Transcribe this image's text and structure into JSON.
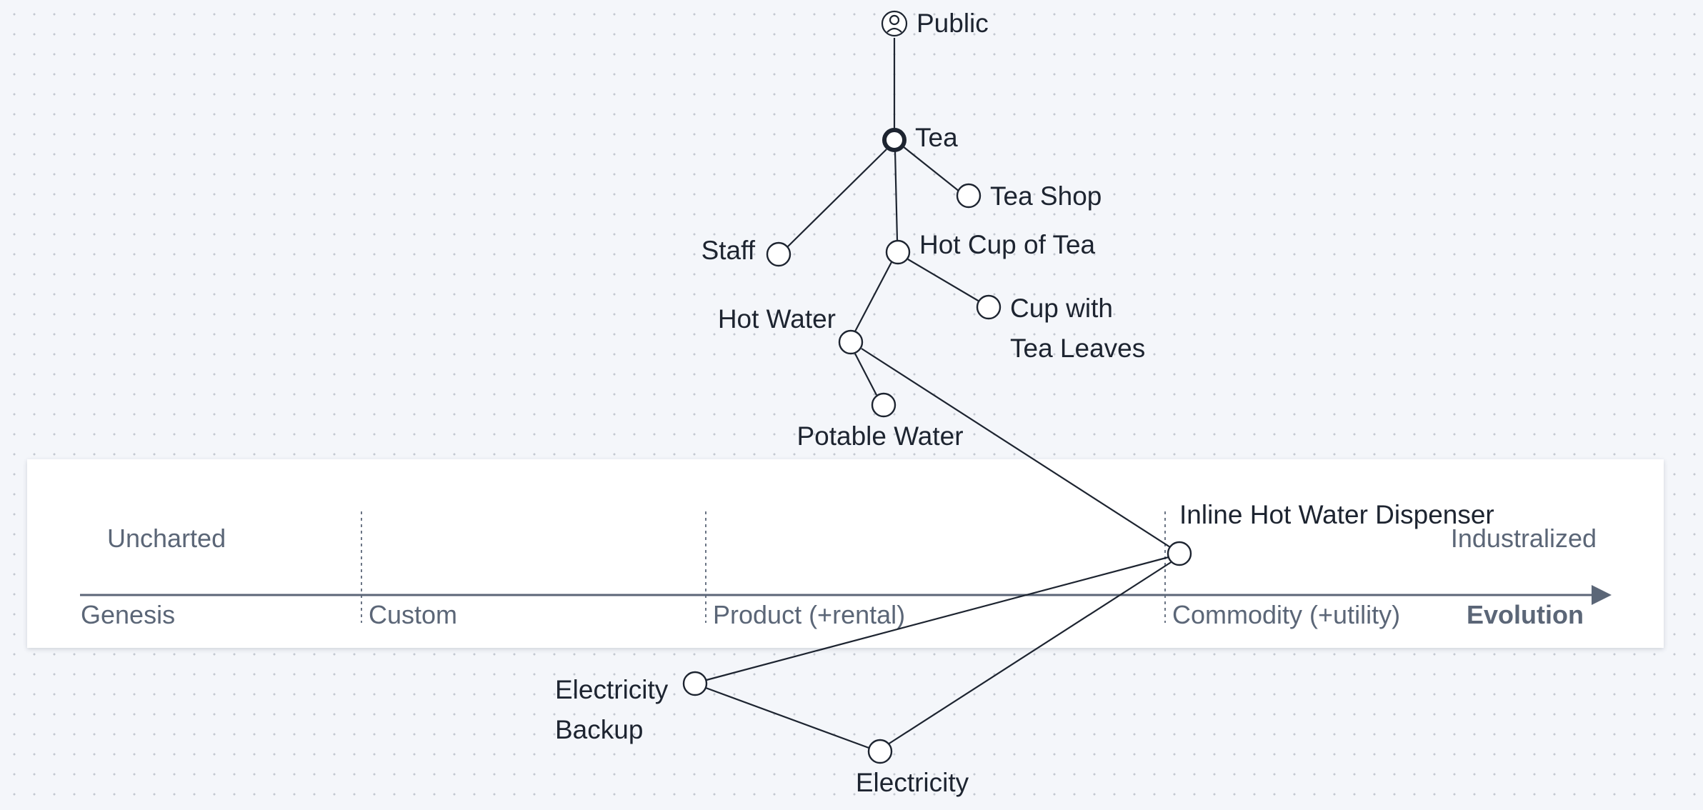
{
  "diagram": {
    "type": "wardley-map",
    "user": {
      "label": "Public",
      "icon": "user-icon"
    },
    "components": [
      {
        "id": "tea",
        "label": "Tea",
        "kind": "anchor"
      },
      {
        "id": "tea-shop",
        "label": "Tea Shop"
      },
      {
        "id": "staff",
        "label": "Staff"
      },
      {
        "id": "hot-cup-of-tea",
        "label": "Hot Cup of Tea"
      },
      {
        "id": "cup-with-tea-leaves",
        "label_line1": "Cup with",
        "label_line2": "Tea Leaves"
      },
      {
        "id": "hot-water",
        "label": "Hot Water"
      },
      {
        "id": "potable-water",
        "label": "Potable Water"
      },
      {
        "id": "inline-hot-water-dispenser",
        "label": "Inline Hot Water Dispenser"
      },
      {
        "id": "electricity-backup",
        "label_line1": "Electricity",
        "label_line2": "Backup"
      },
      {
        "id": "electricity",
        "label": "Electricity"
      }
    ],
    "links": [
      [
        "public",
        "tea"
      ],
      [
        "tea",
        "tea-shop"
      ],
      [
        "tea",
        "staff"
      ],
      [
        "tea",
        "hot-cup-of-tea"
      ],
      [
        "hot-cup-of-tea",
        "cup-with-tea-leaves"
      ],
      [
        "hot-cup-of-tea",
        "hot-water"
      ],
      [
        "hot-water",
        "potable-water"
      ],
      [
        "hot-water",
        "inline-hot-water-dispenser"
      ],
      [
        "inline-hot-water-dispenser",
        "electricity-backup"
      ],
      [
        "inline-hot-water-dispenser",
        "electricity"
      ],
      [
        "electricity-backup",
        "electricity"
      ]
    ]
  },
  "evolution_axis": {
    "region_labels": {
      "left": "Uncharted",
      "right": "Industralized"
    },
    "stages": [
      "Genesis",
      "Custom",
      "Product (+rental)",
      "Commodity (+utility)"
    ],
    "axis_title": "Evolution"
  },
  "colors": {
    "background": "#f4f6fa",
    "node_stroke": "#1d2430",
    "axis": "#5b6677",
    "panel": "#ffffff"
  }
}
